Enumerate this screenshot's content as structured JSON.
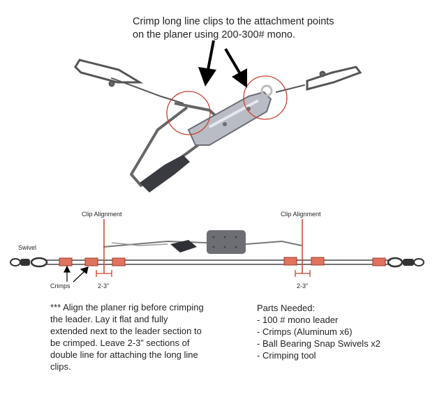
{
  "instruction": "Crimp long line clips to the attachment points on the planer using 200-300# mono.",
  "labels": {
    "clip_alignment_left": "Clip Alignment",
    "clip_alignment_right": "Clip Alignment",
    "swivel": "Swivel",
    "crimps": "Crimps",
    "gap_left": "2-3”",
    "gap_right": "2-3”"
  },
  "note": "*** Align the planer rig before crimping the leader. Lay it flat and fully extended next to the leader section to be crimped. Leave 2-3” sections of double line for attaching the long line clips.",
  "parts": {
    "title": "Parts Needed:",
    "items": [
      "100 # mono leader",
      "Crimps (Aluminum x6)",
      "Ball Bearing Snap Swivels x2",
      "Crimping tool"
    ]
  },
  "colors": {
    "accent_red": "#c8412d",
    "crimp_fill": "#e0735f",
    "text": "#231f20"
  }
}
